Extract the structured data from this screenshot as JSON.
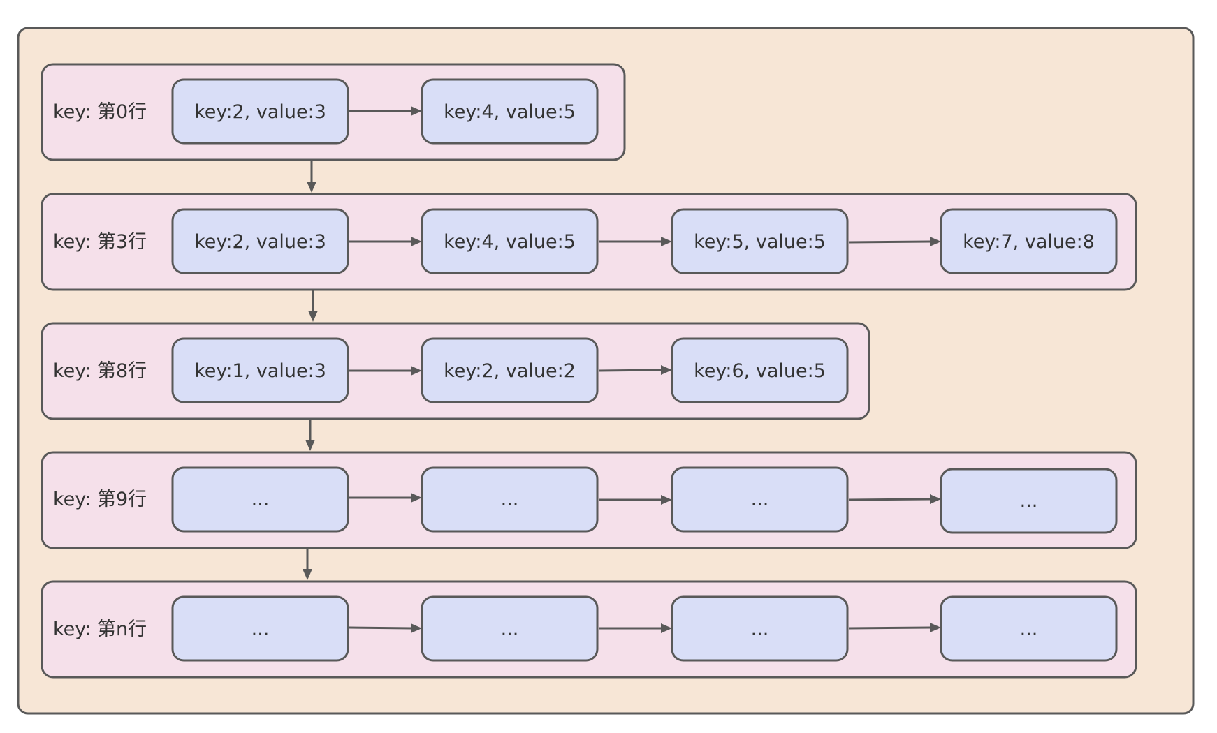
{
  "colors": {
    "container_fill": "#f7e6d6",
    "row_fill": "#f5e0ea",
    "node_fill": "#d9def7",
    "stroke": "#595959",
    "text": "#333333"
  },
  "rows": [
    {
      "label": "key: 第0行",
      "nodes": [
        "key:2, value:3",
        "key:4, value:5"
      ]
    },
    {
      "label": "key: 第3行",
      "nodes": [
        "key:2, value:3",
        "key:4, value:5",
        "key:5, value:5",
        "key:7, value:8"
      ]
    },
    {
      "label": "key: 第8行",
      "nodes": [
        "key:1, value:3",
        "key:2, value:2",
        "key:6, value:5"
      ]
    },
    {
      "label": "key: 第9行",
      "nodes": [
        "...",
        "...",
        "...",
        "..."
      ]
    },
    {
      "label": "key: 第n行",
      "nodes": [
        "...",
        "...",
        "...",
        "..."
      ]
    }
  ]
}
